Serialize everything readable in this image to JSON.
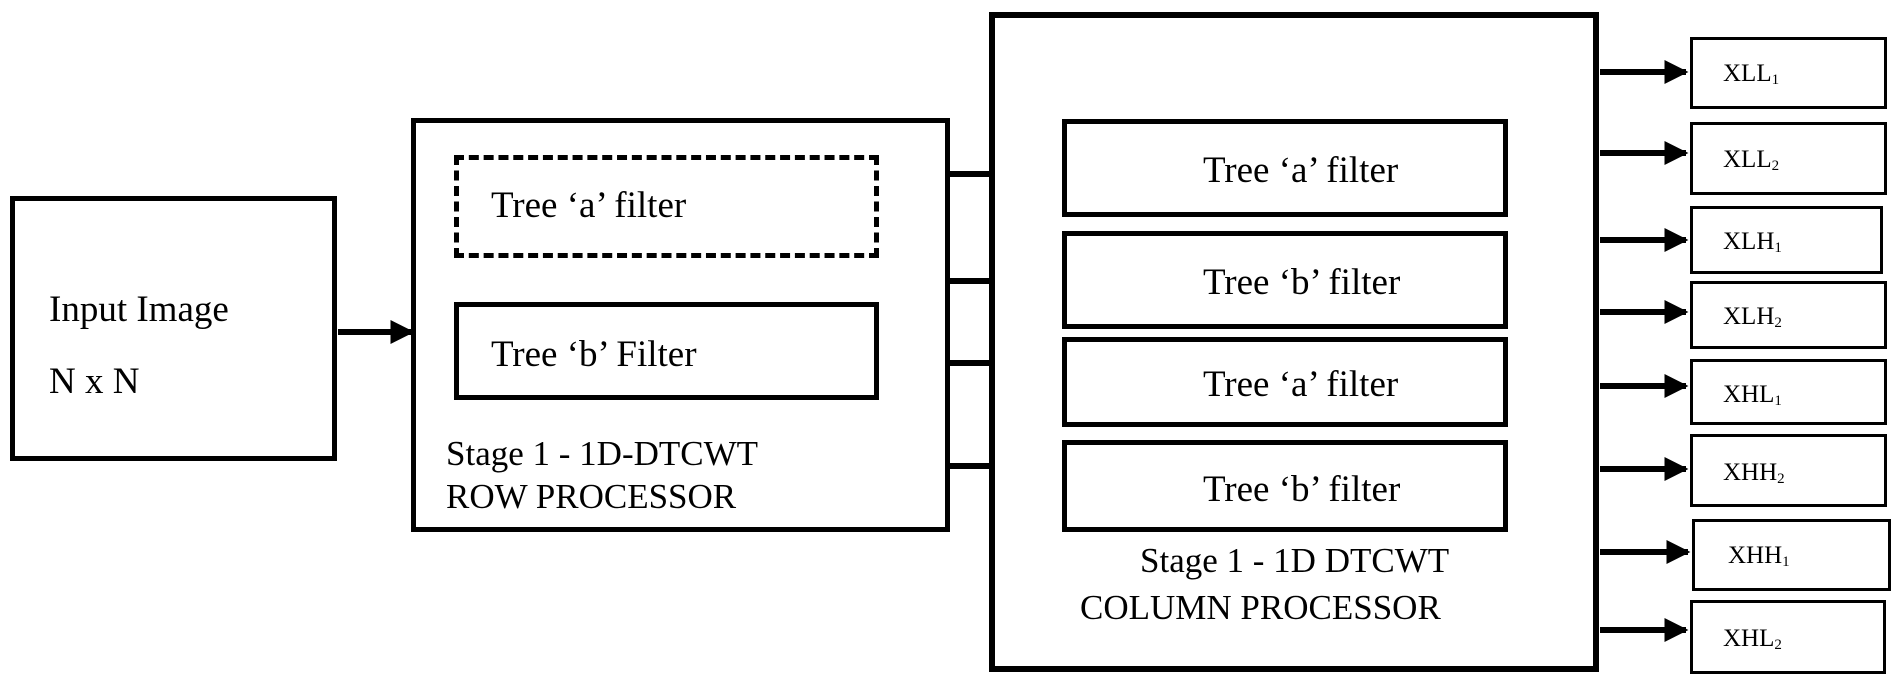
{
  "input_block": {
    "line1": "Input Image",
    "line2": "N x N"
  },
  "row_processor": {
    "tree_a": "Tree ‘a’ filter",
    "tree_b": "Tree ‘b’ Filter",
    "caption_line1": "Stage 1 - 1D-DTCWT",
    "caption_line2": "ROW PROCESSOR"
  },
  "column_processor": {
    "filters": [
      "Tree ‘a’ filter",
      "Tree ‘b’ filter",
      "Tree ‘a’ filter",
      "Tree ‘b’ filter"
    ],
    "caption_line1": "Stage 1 - 1D DTCWT",
    "caption_line2": "COLUMN PROCESSOR"
  },
  "outputs": [
    {
      "base": "XLL",
      "sub": "1"
    },
    {
      "base": "XLL",
      "sub": "2"
    },
    {
      "base": "XLH",
      "sub": "1"
    },
    {
      "base": "XLH",
      "sub": "2"
    },
    {
      "base": "XHL",
      "sub": "1"
    },
    {
      "base": "XHH",
      "sub": "2"
    },
    {
      "base": "XHH",
      "sub": "1"
    },
    {
      "base": "XHL",
      "sub": "2"
    }
  ]
}
